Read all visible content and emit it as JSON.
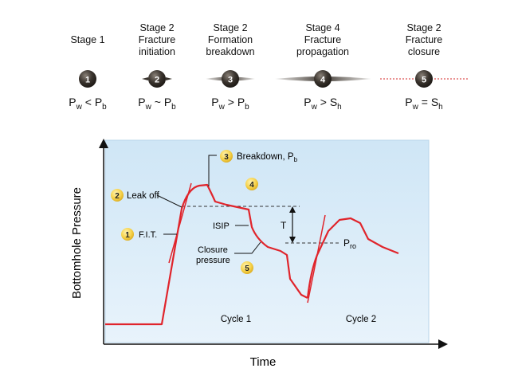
{
  "stages": [
    {
      "label": "Stage 1",
      "marker": "1",
      "cond_lhs": "P",
      "cond_lhs_sub": "w",
      "cond_op": " < ",
      "cond_rhs": "P",
      "cond_rhs_sub": "b"
    },
    {
      "label": "Stage 2\nFracture\ninitiation",
      "marker": "2",
      "cond_lhs": "P",
      "cond_lhs_sub": "w",
      "cond_op": " ~ ",
      "cond_rhs": "P",
      "cond_rhs_sub": "b"
    },
    {
      "label": "Stage 2\nFormation\nbreakdown",
      "marker": "3",
      "cond_lhs": "P",
      "cond_lhs_sub": "w",
      "cond_op": " > ",
      "cond_rhs": "P",
      "cond_rhs_sub": "b"
    },
    {
      "label": "Stage 4\nFracture\npropagation",
      "marker": "4",
      "cond_lhs": "P",
      "cond_lhs_sub": "w",
      "cond_op": " > ",
      "cond_rhs": "S",
      "cond_rhs_sub": "h"
    },
    {
      "label": "Stage 2\nFracture\nclosure",
      "marker": "5",
      "cond_lhs": "P",
      "cond_lhs_sub": "w",
      "cond_op": " = ",
      "cond_rhs": "S",
      "cond_rhs_sub": "h"
    }
  ],
  "chart": {
    "ylabel": "Bottomhole Pressure",
    "xlabel": "Time",
    "cycle1": "Cycle 1",
    "cycle2": "Cycle 2",
    "breakdown_num": "3",
    "breakdown_text": "Breakdown, P",
    "breakdown_sub": "b",
    "leakoff_num": "2",
    "leakoff_text": "Leak off",
    "fit_num": "1",
    "fit_text": "F.I.T.",
    "stage4_num": "4",
    "stage5_num": "5",
    "isip": "ISIP",
    "closure_line1": "Closure",
    "closure_line2": "pressure",
    "t_label": "T",
    "pro_text": "P",
    "pro_sub": "ro"
  },
  "colors": {
    "curve": "#e0242b",
    "plot_bg": "#d7ebf8",
    "badge": "#f6d24a",
    "marker_dark": "#2e2a26",
    "fracture_line": "#d62a2a"
  }
}
